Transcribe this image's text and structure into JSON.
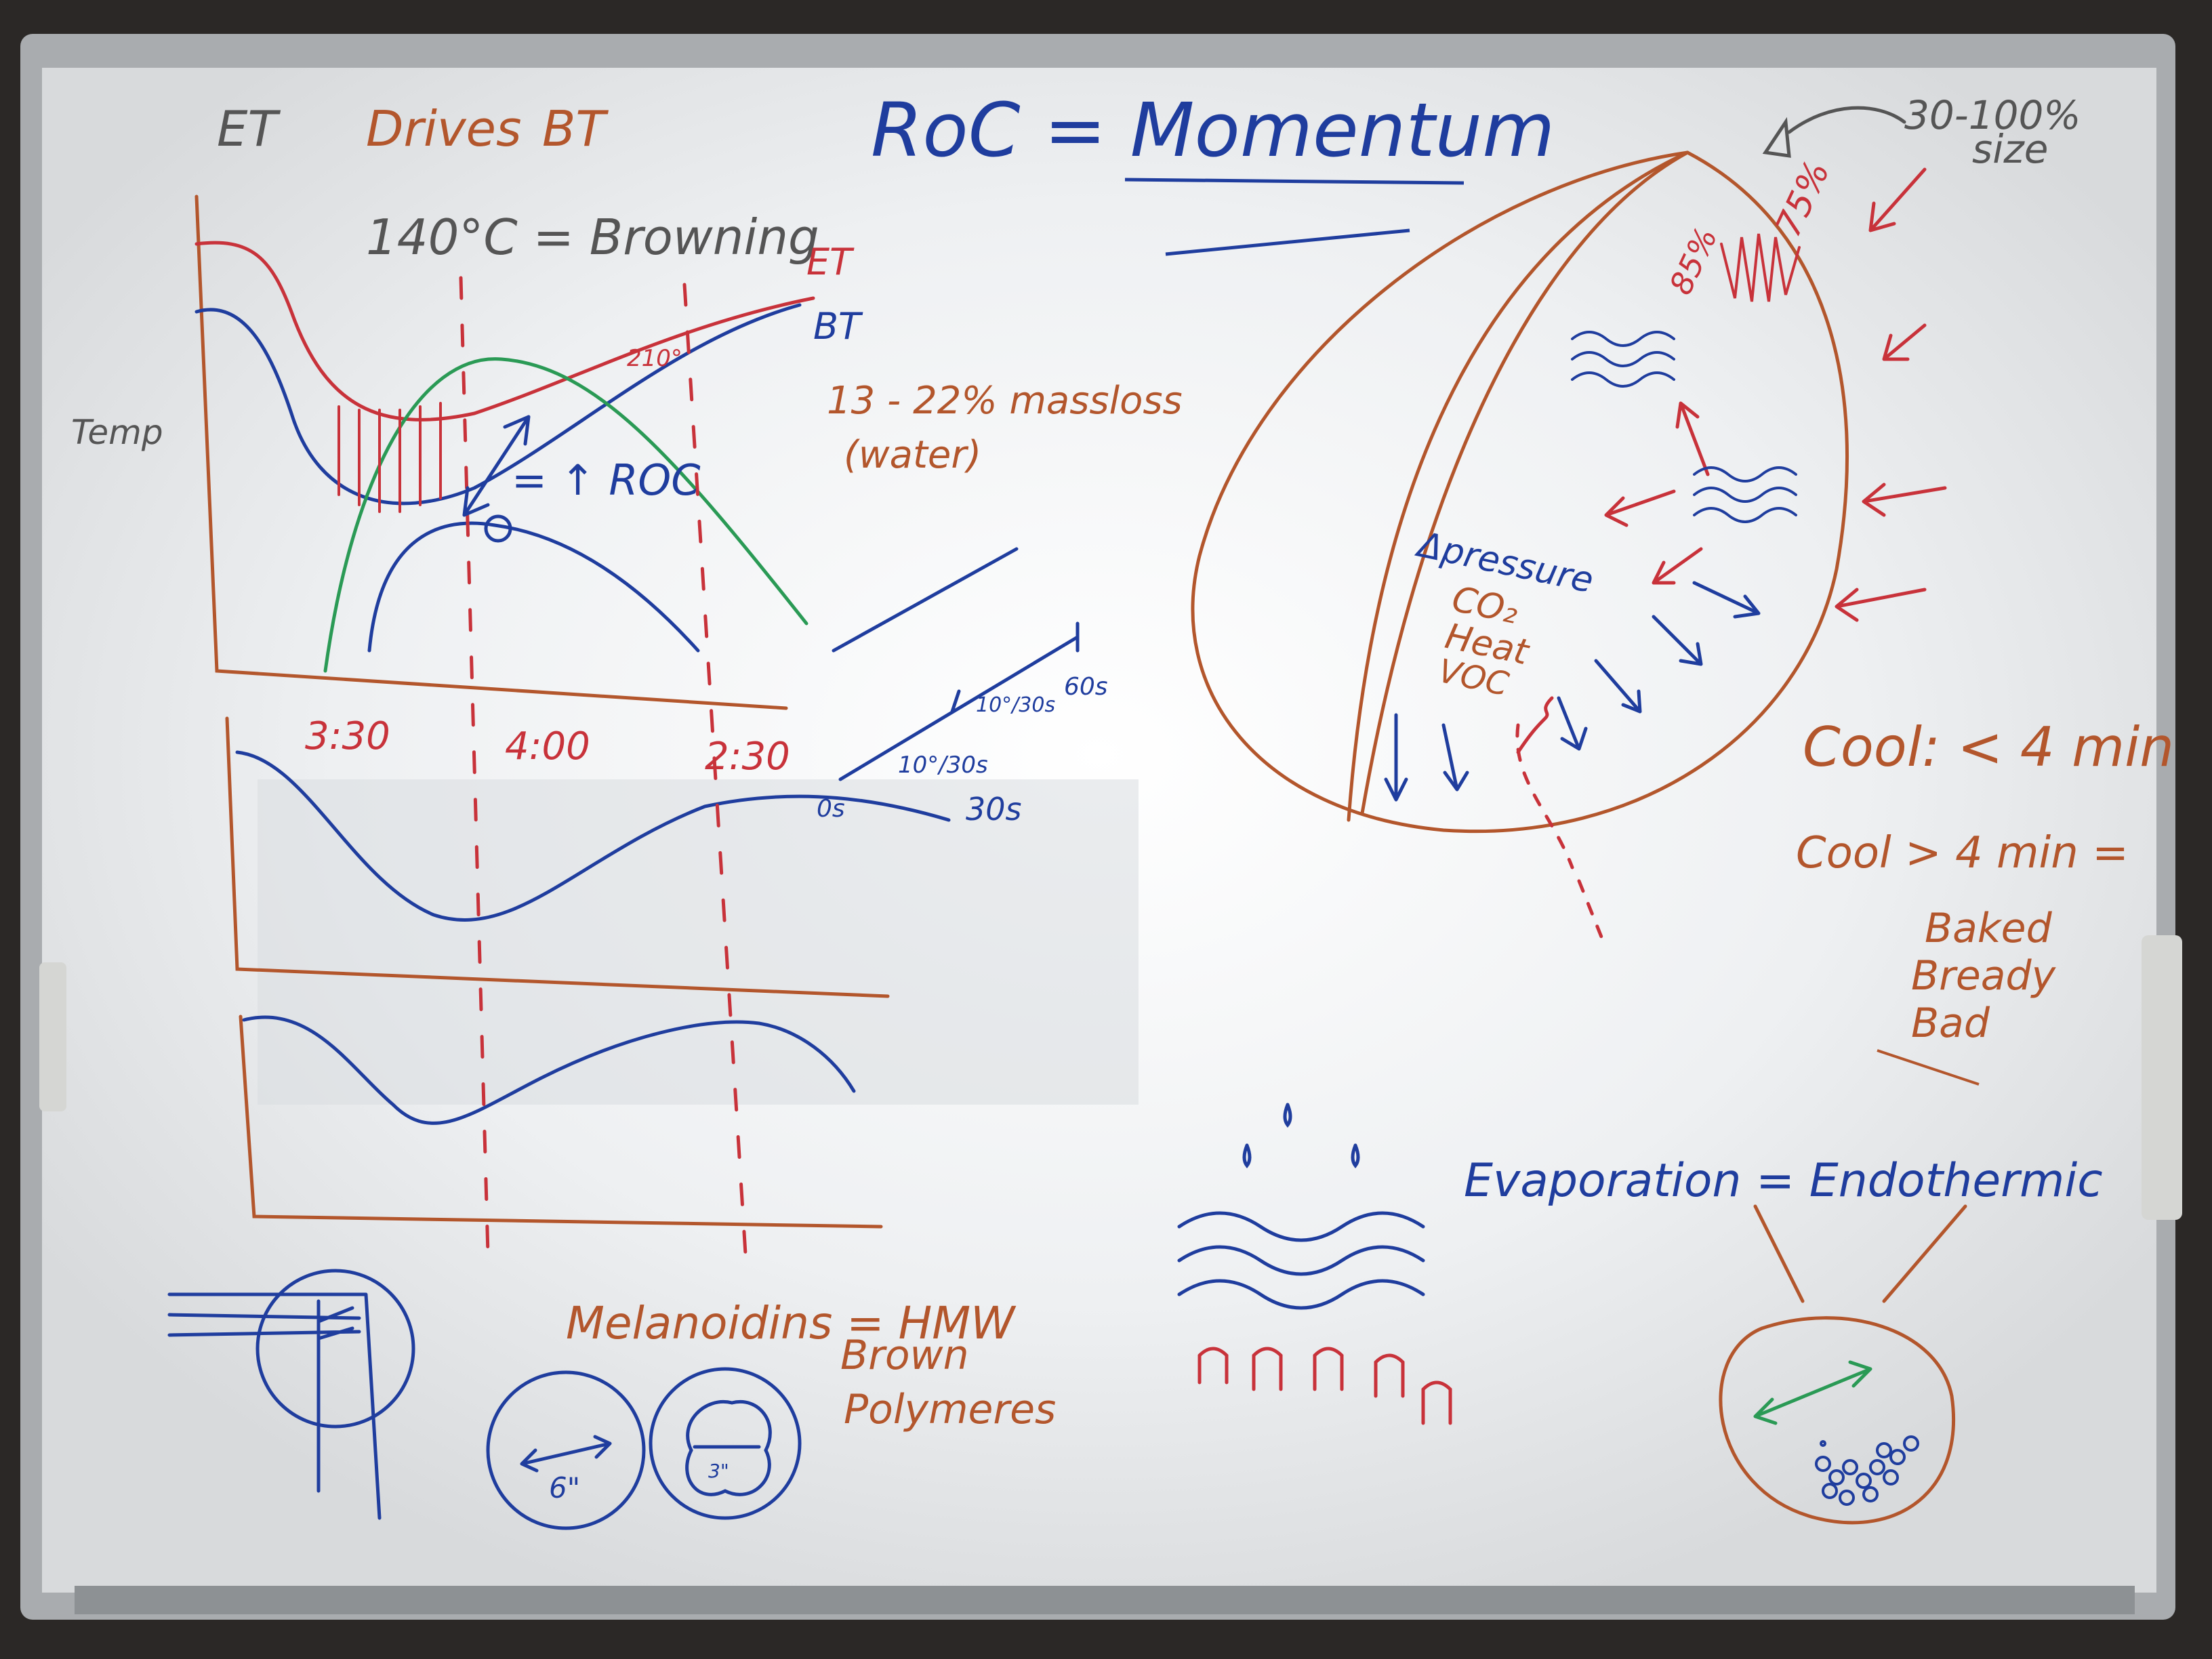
{
  "colors": {
    "wall": "#2b2826",
    "board": "#eef0f2",
    "frame": "#a9acaf",
    "blue_marker": "#1f3d9e",
    "red_marker": "#c8323a",
    "brown_marker": "#b3562c",
    "green_marker": "#2a9a55"
  },
  "left_diagram": {
    "heading_et": "ET",
    "heading_drives": "Drives",
    "heading_bt": "BT",
    "browning": "140°C = Browning",
    "et_label": "ET",
    "bt_label": "BT",
    "temp_label": "Temp",
    "mark_210": "210°",
    "roc_label": "= ↑ ROC",
    "mass_loss": "13 - 22% massloss",
    "water": "(water)",
    "phase_1": "3:30",
    "phase_2": "4:00",
    "phase_3": "2:30",
    "ramp_10_30_upper": "10°/30s",
    "ramp_60s": "60s",
    "ramp_10_30_lower": "10°/30s",
    "ramp_0s": "0s",
    "ramp_30s": "30s"
  },
  "title": {
    "text": "RoC = Momentum"
  },
  "bean_diagram": {
    "size_note": "30-100%",
    "size_word": "size",
    "temp_75": "75%",
    "temp_85": "85%",
    "pressure": "Δpressure",
    "co2": "CO₂",
    "heat": "Heat",
    "voc": "VOC"
  },
  "cooling": {
    "line1": "Cool: < 4 min",
    "line2": "Cool > 4 min =",
    "line3": "Baked",
    "line4": "Bready",
    "line5": "Bad"
  },
  "evaporation": {
    "text": "Evaporation = Endothermic"
  },
  "melanoidins": {
    "line1": "Melanoidins = HMW",
    "line2": "Brown",
    "line3": "Polymeres",
    "size_6": "6\"",
    "size_3": "3\""
  }
}
